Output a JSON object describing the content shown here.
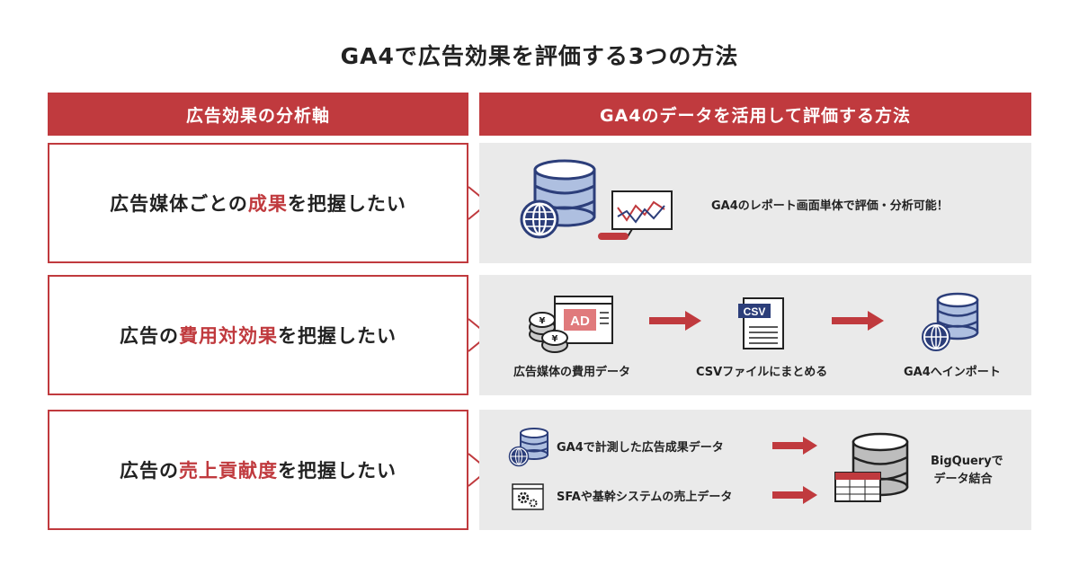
{
  "title": "GA4で広告効果を評価する3つの方法",
  "headers": {
    "left": "広告効果の分析軸",
    "right": "GA4のデータを活用して評価する方法"
  },
  "rows": [
    {
      "left_pre": "広告媒体ごとの",
      "left_hl": "成果",
      "left_post": "を把握したい",
      "desc": "GA4のレポート画面単体で評価・分析可能！"
    },
    {
      "left_pre": "広告の",
      "left_hl": "費用対効果",
      "left_post": "を把握したい",
      "steps": [
        "広告媒体の費用データ",
        "CSVファイルにまとめる",
        "GA4へインポート"
      ],
      "ad_label": "AD",
      "csv_label": "CSV"
    },
    {
      "left_pre": "広告の",
      "left_hl": "売上貢献度",
      "left_post": "を把握したい",
      "source1": "GA4で計測した広告成果データ",
      "source2": "SFAや基幹システムの売上データ",
      "target_line1": "BigQueryで",
      "target_line2": "データ結合"
    }
  ],
  "colors": {
    "accent": "#c03a3e",
    "panel": "#eaeaea",
    "navy": "#2c3e7a",
    "db_light": "#aebfe0"
  }
}
